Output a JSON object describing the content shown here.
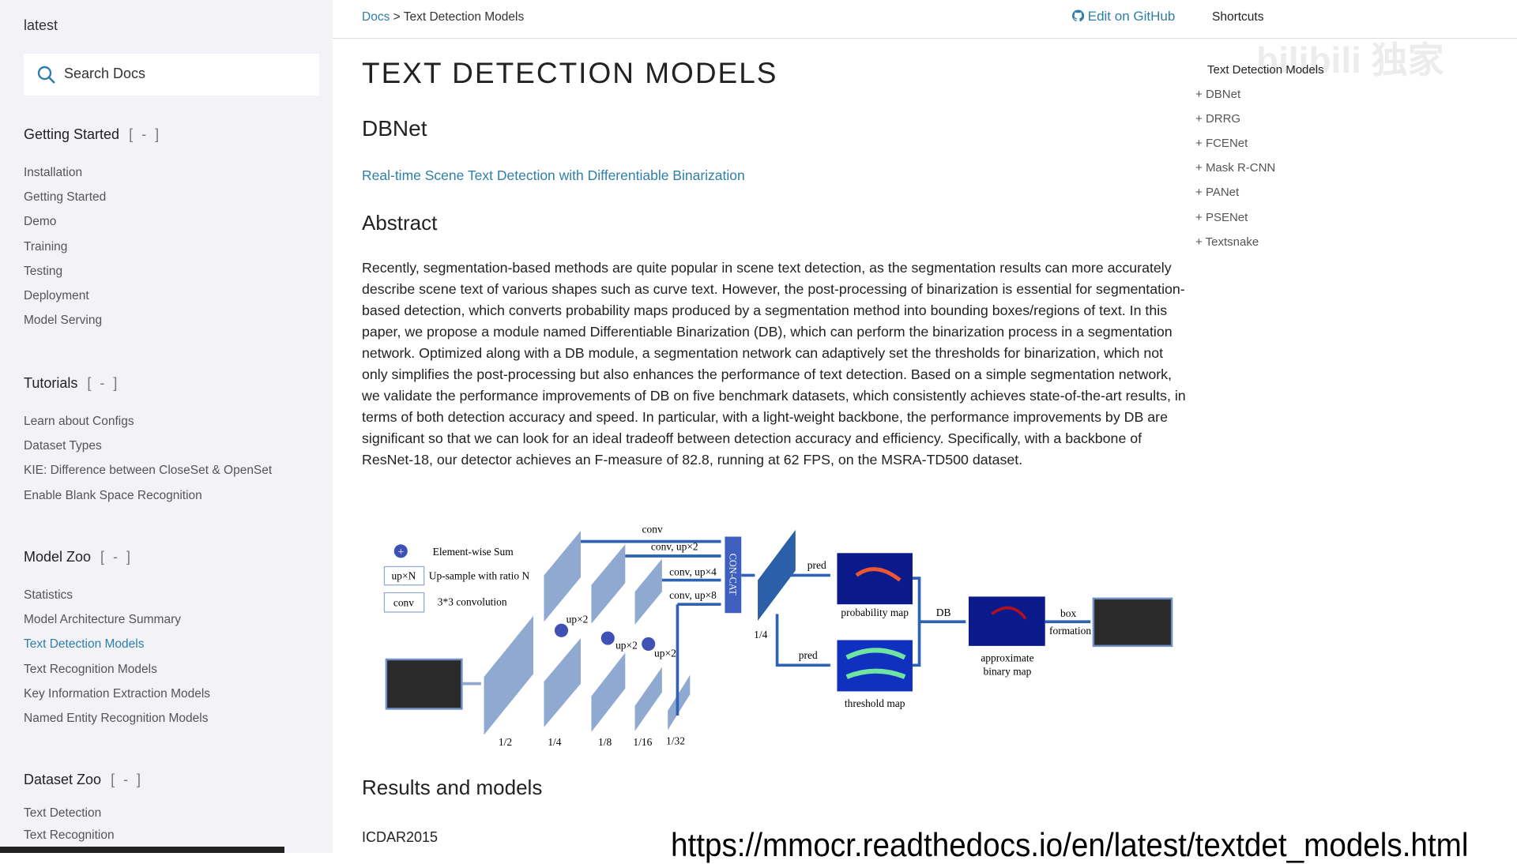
{
  "sidebar": {
    "version": "latest",
    "search_placeholder": "Search Docs",
    "sections": [
      {
        "title": "Getting Started",
        "toggle": "[ - ]",
        "items": [
          "Installation",
          "Getting Started",
          "Demo",
          "Training",
          "Testing",
          "Deployment",
          "Model Serving"
        ]
      },
      {
        "title": "Tutorials",
        "toggle": "[ - ]",
        "items": [
          "Learn about Configs",
          "Dataset Types",
          "KIE: Difference between CloseSet & OpenSet",
          "Enable Blank Space Recognition"
        ]
      },
      {
        "title": "Model Zoo",
        "toggle": "[ - ]",
        "items": [
          "Statistics",
          "Model Architecture Summary",
          "Text Detection Models",
          "Text Recognition Models",
          "Key Information Extraction Models",
          "Named Entity Recognition Models"
        ]
      },
      {
        "title": "Dataset Zoo",
        "toggle": "[ - ]",
        "items": [
          "Text Detection",
          "Text Recognition"
        ]
      }
    ],
    "active_item": "Text Detection Models"
  },
  "header": {
    "crumb_root": "Docs",
    "crumb_sep": ">",
    "crumb_current": "Text Detection Models",
    "edit": "Edit on GitHub",
    "shortcuts": "Shortcuts"
  },
  "toc": {
    "title": "Text Detection Models",
    "items": [
      "DBNet",
      "DRRG",
      "FCENet",
      "Mask R-CNN",
      "PANet",
      "PSENet",
      "Textsnake"
    ],
    "marker": "+"
  },
  "main": {
    "title": "TEXT DETECTION MODELS",
    "model": "DBNet",
    "paper_link": "Real-time Scene Text Detection with Differentiable Binarization",
    "abstract_heading": "Abstract",
    "abstract": "Recently, segmentation-based methods are quite popular in scene text detection, as the segmentation results can more accurately describe scene text of various shapes such as curve text. However, the post-processing of binarization is essential for segmentation-based detection, which converts probability maps produced by a segmentation method into bounding boxes/regions of text. In this paper, we propose a module named Differentiable Binarization (DB), which can perform the binarization process in a segmentation network. Optimized along with a DB module, a segmentation network can adaptively set the thresholds for binarization, which not only simplifies the post-processing but also enhances the performance of text detection. Based on a simple segmentation network, we validate the performance improvements of DB on five benchmark datasets, which consistently achieves state-of-the-art results, in terms of both detection accuracy and speed. In particular, with a light-weight backbone, the performance improvements by DB are significant so that we can look for an ideal tradeoff between detection accuracy and efficiency. Specifically, with a backbone of ResNet-18, our detector achieves an F-measure of 82.8, running at 62 FPS, on the MSRA-TD500 dataset.",
    "results_heading": "Results and models",
    "dataset": "ICDAR2015"
  },
  "diagram": {
    "legend_sum": "Element-wise Sum",
    "legend_up_box": "up×N",
    "legend_up": "Up-sample with ratio N",
    "legend_conv_box": "conv",
    "legend_conv": "3*3 convolution",
    "conv": "conv",
    "conv_up2": "conv, up×2",
    "conv_up4": "conv, up×4",
    "conv_up8": "conv, up×8",
    "concat": "CON-CAT",
    "up2": "up×2",
    "scales": [
      "1/2",
      "1/4",
      "1/8",
      "1/16",
      "1/32"
    ],
    "quarter": "1/4",
    "pred": "pred",
    "prob_map": "probability map",
    "threshold_map": "threshold map",
    "db": "DB",
    "approx1": "approximate",
    "approx2": "binary map",
    "box": "box",
    "formation": "formation"
  },
  "overlay_url": "https://mmocr.readthedocs.io/en/latest/textdet_models.html",
  "watermark": "bilibili 独家"
}
